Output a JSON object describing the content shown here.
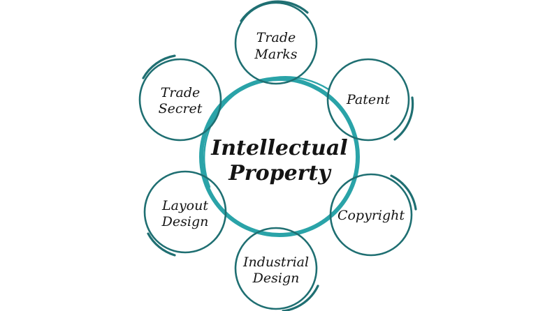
{
  "diagram": {
    "colors": {
      "center_ring": "#2aa3a8",
      "satellite_ring": "#1f6f72",
      "text": "#141414",
      "background": "#ffffff"
    },
    "center": {
      "line1": "Intellectual",
      "line2": "Property"
    },
    "nodes": {
      "trade_marks": {
        "line1": "Trade",
        "line2": "Marks"
      },
      "patent": {
        "line1": "Patent"
      },
      "copyright": {
        "line1": "Copyright"
      },
      "industrial_design": {
        "line1": "Industrial",
        "line2": "Design"
      },
      "layout_design": {
        "line1": "Layout",
        "line2": "Design"
      },
      "trade_secret": {
        "line1": "Trade",
        "line2": "Secret"
      }
    }
  }
}
